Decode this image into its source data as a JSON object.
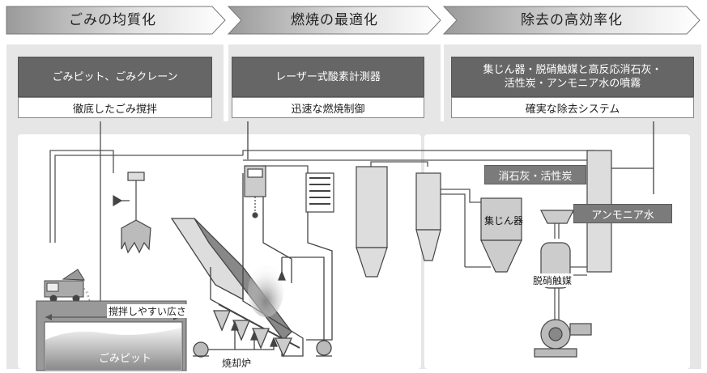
{
  "stages": [
    {
      "title": "ごみの均質化",
      "equipment": "ごみピット、ごみクレーン",
      "effect": "徹底したごみ撹拌"
    },
    {
      "title": "燃焼の最適化",
      "equipment": "レーザー式酸素計測器",
      "effect": "迅速な燃焼制御"
    },
    {
      "title": "除去の高効率化",
      "equipment_line1": "集じん器・脱硝触媒と高反応消石灰・",
      "equipment_line2": "活性炭・アンモニア水の噴霧",
      "effect": "確実な除去システム"
    }
  ],
  "diagram_labels": {
    "slaked_lime": "消石灰・活性炭",
    "ammonia": "アンモニア水",
    "dust_collector": "集じん器",
    "denitration": "脱硝触媒",
    "mixing_width": "撹拌しやすい広さ",
    "pit": "ごみピット",
    "incinerator": "焼却炉"
  }
}
